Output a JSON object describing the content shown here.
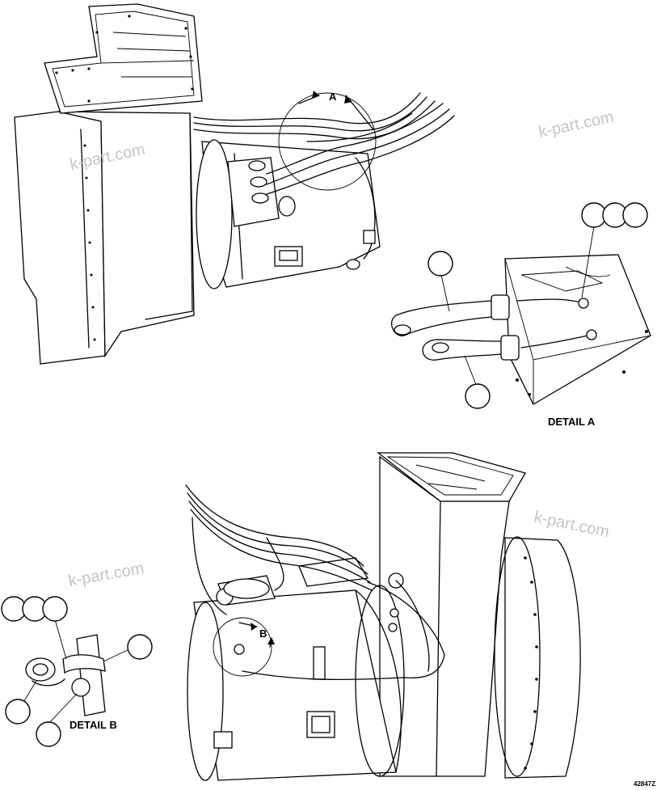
{
  "labels": {
    "detail_a_title": "DETAIL A",
    "detail_b_title": "DETAIL B",
    "view_a_marker": "A",
    "view_b_marker": "B",
    "drawing_number": "42847Z"
  },
  "watermarks": [
    "k-part.com",
    "k-part.com",
    "k-part.com",
    "k-part.com"
  ]
}
